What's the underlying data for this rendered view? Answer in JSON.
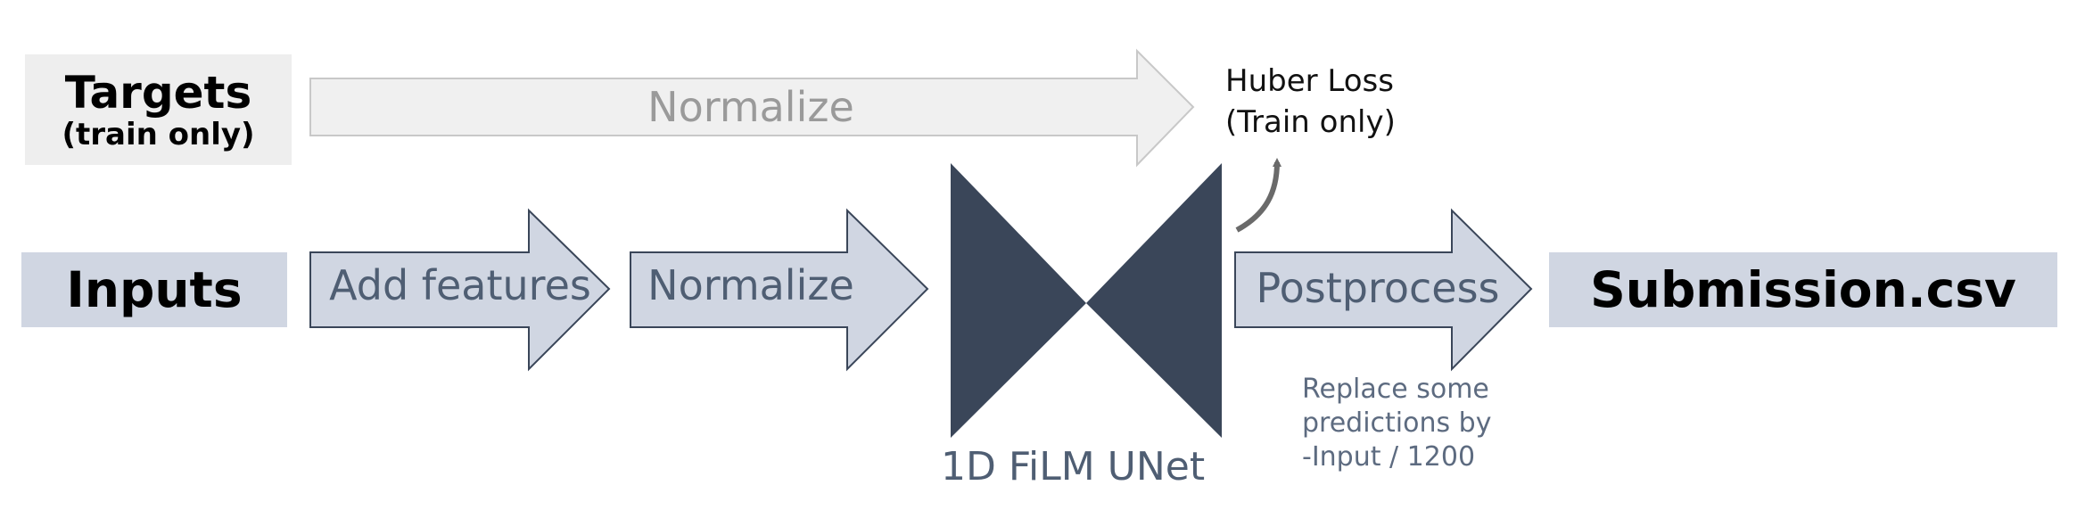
{
  "nodes": {
    "targets": {
      "title": "Targets",
      "subtitle": "(train only)"
    },
    "inputs": {
      "title": "Inputs"
    },
    "submission": {
      "title": "Submission.csv"
    }
  },
  "arrows": {
    "normalize_targets": "Normalize",
    "add_features": "Add features",
    "normalize_inputs": "Normalize",
    "postprocess": "Postprocess"
  },
  "model": {
    "label": "1D FiLM UNet"
  },
  "loss": {
    "line1": "Huber Loss",
    "line2": "(Train only)"
  },
  "postprocess_note": {
    "line1": "Replace some",
    "line2": "predictions by",
    "line3": "-Input / 1200"
  },
  "colors": {
    "input_fill": "#d0d6e2",
    "target_fill": "#eeeeee",
    "model_fill": "#3a4659",
    "arrow_stroke": "#3a4659",
    "target_arrow_stroke": "#c8c8c8"
  }
}
